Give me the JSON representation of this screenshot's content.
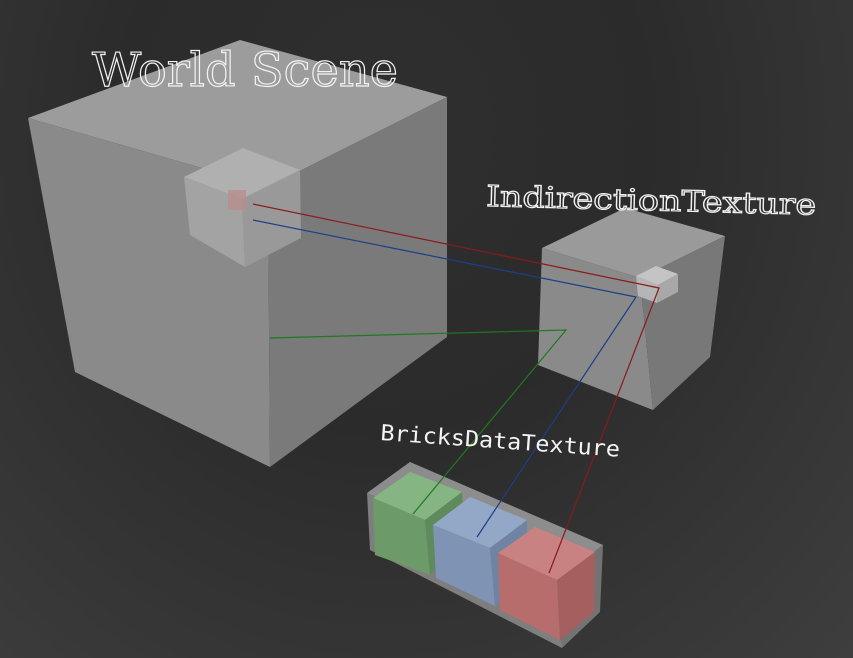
{
  "labels": {
    "world_scene": "World Scene",
    "indirection_texture": "IndirectionTexture",
    "bricks_data_texture": "BricksDataTexture"
  },
  "colors": {
    "mapping_red": "#8a1a1a",
    "mapping_blue": "#1c3f8a",
    "mapping_green": "#1d7a1d",
    "brick_green": "#6d9a69",
    "brick_blue": "#7f94b4",
    "brick_red": "#b86d6d"
  }
}
